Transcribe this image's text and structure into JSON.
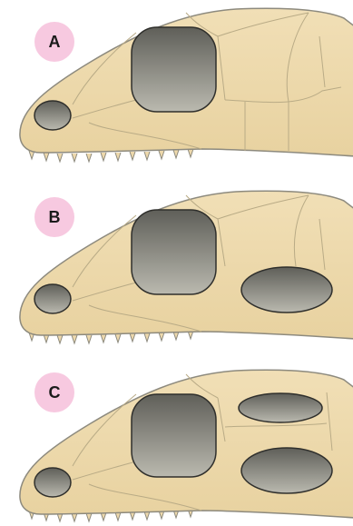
{
  "colors": {
    "bone": "#eed9ac",
    "bone_shade": "#e2c890",
    "outline": "#8d8a7e",
    "suture": "#b9ab86",
    "fenestra_dark": "#5f5f59",
    "fenestra_light": "#b9b8ae",
    "label_bg": "#f7c9e0"
  },
  "panels": [
    {
      "label": "A",
      "type": "anapsid"
    },
    {
      "label": "B",
      "type": "synapsid"
    },
    {
      "label": "C",
      "type": "diapsid"
    }
  ]
}
